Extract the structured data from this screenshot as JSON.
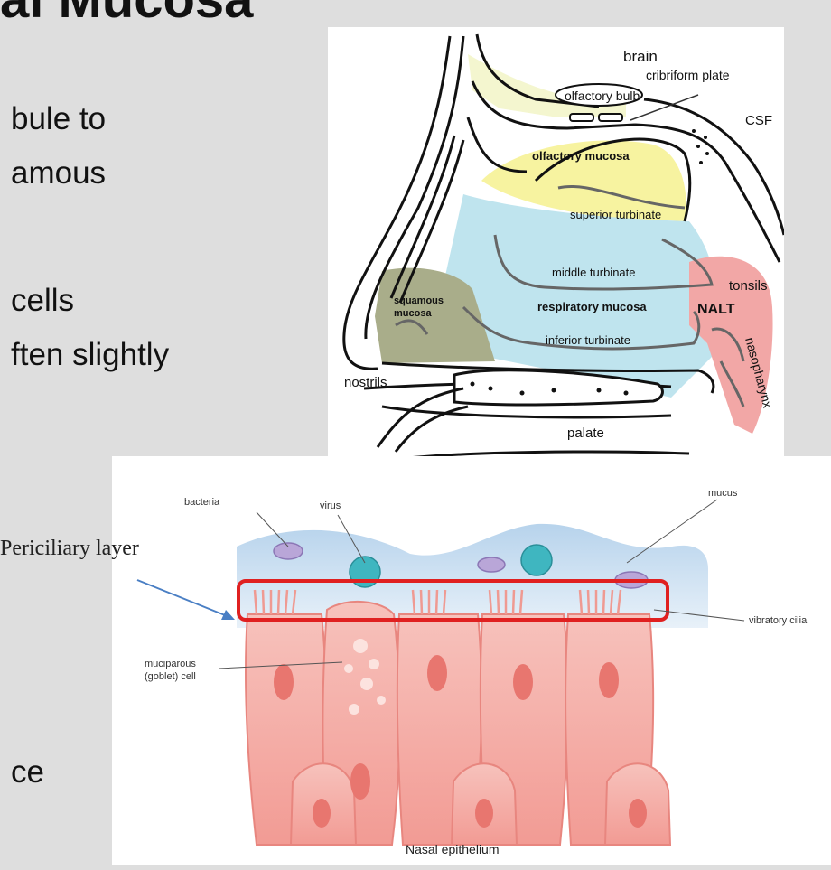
{
  "slide": {
    "title": "al Mucosa",
    "bullets": [
      "bule to",
      "amous",
      "cells",
      "ften slightly",
      "ce"
    ]
  },
  "nasal_diagram": {
    "labels": {
      "brain": "brain",
      "cribriform_plate": "cribriform plate",
      "olfactory_bulb": "olfactory bulb",
      "csf": "CSF",
      "olfactory_mucosa": "olfactory mucosa",
      "superior_turbinate": "superior turbinate",
      "middle_turbinate": "middle turbinate",
      "tonsils": "tonsils",
      "squamous_mucosa_1": "squamous",
      "squamous_mucosa_2": "mucosa",
      "respiratory_mucosa": "respiratory mucosa",
      "nalt": "NALT",
      "inferior_turbinate": "inferior turbinate",
      "nasopharynx": "nasopharynx",
      "nostrils": "nostrils",
      "palate": "palate"
    },
    "colors": {
      "olfactory": "#f7f3a0",
      "respiratory": "#bfe4ee",
      "squamous": "#a9ad8a",
      "nalt": "#f2a7a6",
      "brain": "#f4f6cf"
    }
  },
  "epithelium_diagram": {
    "labels": {
      "bacteria": "bacteria",
      "virus": "virus",
      "mucus": "mucus",
      "vibratory_cilia": "vibratory cilia",
      "goblet_1": "muciparous",
      "goblet_2": "(goblet) cell",
      "caption": "Nasal epithelium"
    },
    "annotation": "Periciliary layer",
    "colors": {
      "cell": "#f4a6a0",
      "mucus": "#c5dcef",
      "highlight": "#e02020",
      "arrow": "#4a7fc4"
    }
  }
}
